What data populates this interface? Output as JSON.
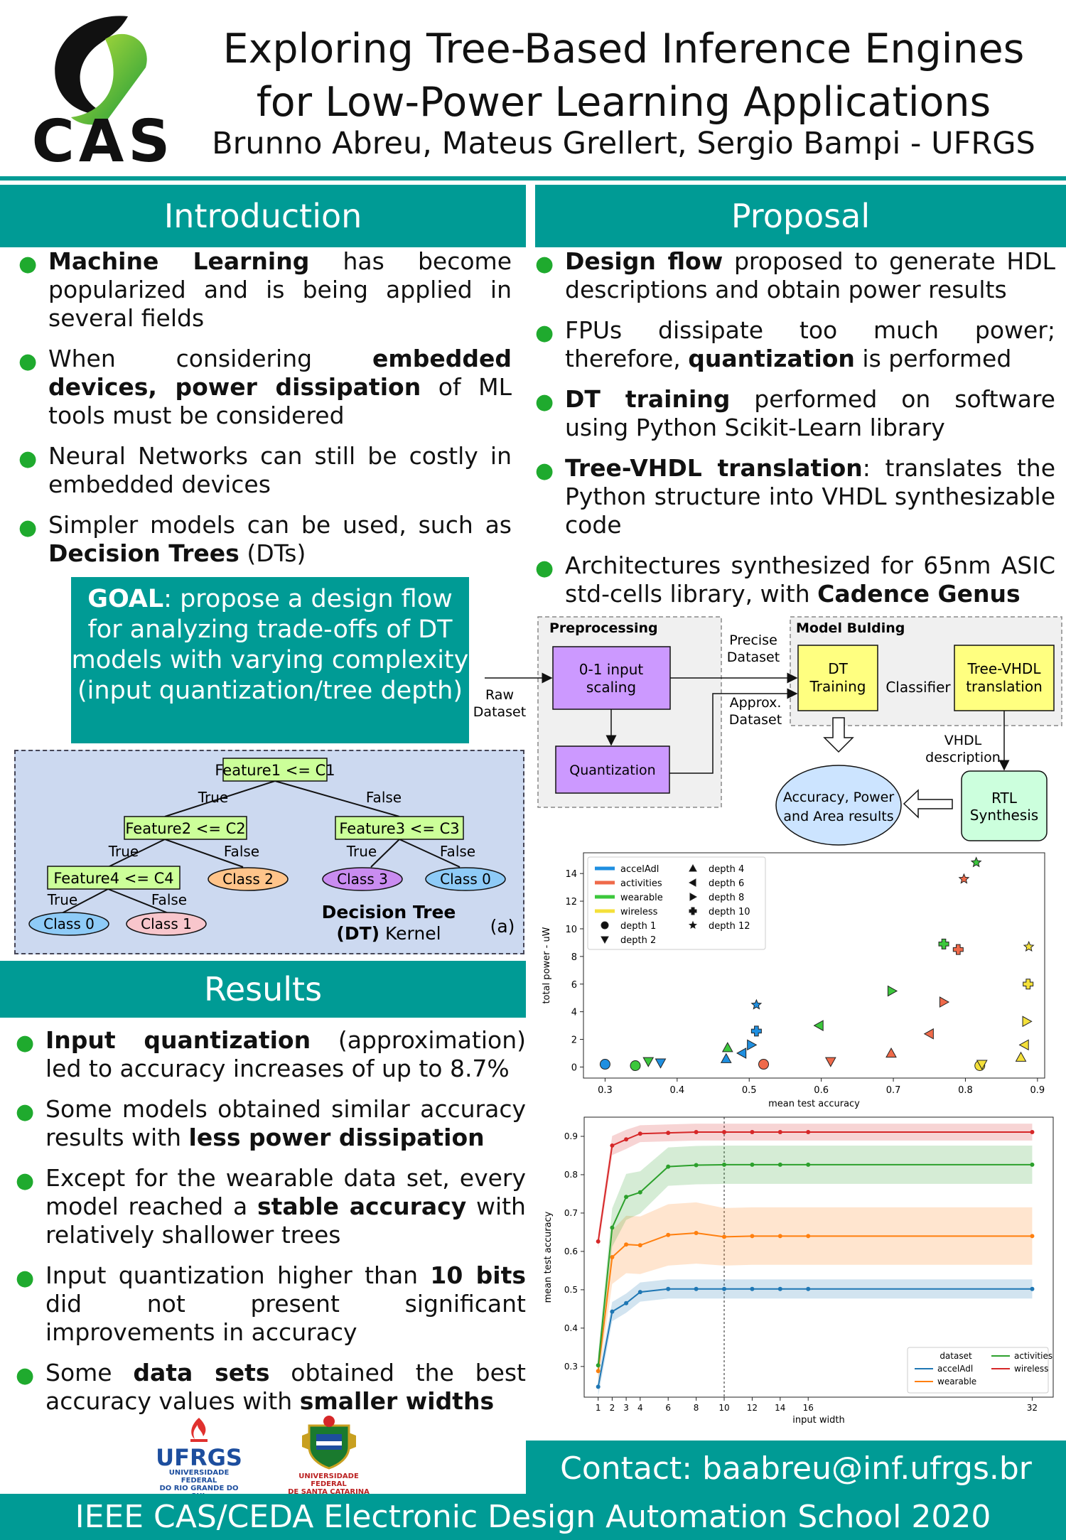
{
  "header": {
    "logo_text": "CAS",
    "title_line1": "Exploring Tree-Based Inference Engines",
    "title_line2": "for Low-Power Learning Applications",
    "authors": "Brunno Abreu, Mateus Grellert, Sergio Bampi - UFRGS"
  },
  "introduction": {
    "heading": "Introduction",
    "bullets": [
      {
        "parts": [
          {
            "t": "Machine Learning",
            "b": true
          },
          {
            "t": " has become popularized and is being applied in several fields",
            "b": false
          }
        ]
      },
      {
        "parts": [
          {
            "t": "When considering ",
            "b": false
          },
          {
            "t": "embedded devices, power dissipation",
            "b": true
          },
          {
            "t": " of ML tools must be considered",
            "b": false
          }
        ]
      },
      {
        "parts": [
          {
            "t": "Neural Networks can still be costly in embedded devices",
            "b": false
          }
        ]
      },
      {
        "parts": [
          {
            "t": "Simpler models can be used, such as ",
            "b": false
          },
          {
            "t": "Decision Trees",
            "b": true
          },
          {
            "t": " (DTs)",
            "b": false
          }
        ]
      }
    ],
    "goal_bold": "GOAL",
    "goal_text": ": propose a design flow for analyzing trade-offs of DT models with varying complexity (input quantization/tree depth)"
  },
  "tree": {
    "f1": "Feature1 <= C1",
    "f2": "Feature2 <= C2",
    "f3": "Feature3 <= C3",
    "f4": "Feature4 <= C4",
    "true": "True",
    "false": "False",
    "class0": "Class 0",
    "class1": "Class 1",
    "class2": "Class 2",
    "class3": "Class 3",
    "caption_bold1": "Decision Tree",
    "caption_bold2": "(DT)",
    "caption_rest": " Kernel",
    "panel_label": "(a)"
  },
  "proposal": {
    "heading": "Proposal",
    "bullets": [
      {
        "parts": [
          {
            "t": "Design flow",
            "b": true
          },
          {
            "t": " proposed to generate HDL descriptions and obtain power results",
            "b": false
          }
        ]
      },
      {
        "parts": [
          {
            "t": "FPUs dissipate too much power; therefore, ",
            "b": false
          },
          {
            "t": "quantization",
            "b": true
          },
          {
            "t": " is performed",
            "b": false
          }
        ]
      },
      {
        "parts": [
          {
            "t": "DT training",
            "b": true
          },
          {
            "t": " performed on software using Python Scikit-Learn library",
            "b": false
          }
        ]
      },
      {
        "parts": [
          {
            "t": "Tree-VHDL translation",
            "b": true
          },
          {
            "t": ": translates the Python structure into VHDL synthesizable code",
            "b": false
          }
        ]
      },
      {
        "parts": [
          {
            "t": "Architectures synthesized for 65nm ASIC std-cells library, with ",
            "b": false
          },
          {
            "t": "Cadence Genus",
            "b": true
          }
        ]
      }
    ]
  },
  "flow": {
    "preprocessing": "Preprocessing",
    "model_building": "Model Bulding",
    "scaling_l1": "0-1 input",
    "scaling_l2": "scaling",
    "quantization": "Quantization",
    "raw_l1": "Raw",
    "raw_l2": "Dataset",
    "precise_l1": "Precise",
    "precise_l2": "Dataset",
    "approx_l1": "Approx.",
    "approx_l2": "Dataset",
    "dt_l1": "DT",
    "dt_l2": "Training",
    "classifier": "Classifier",
    "tv_l1": "Tree-VHDL",
    "tv_l2": "translation",
    "vhdl_l1": "VHDL",
    "vhdl_l2": "description",
    "rtl_l1": "RTL",
    "rtl_l2": "Synthesis",
    "acc_l1": "Accuracy, Power",
    "acc_l2": "and Area results"
  },
  "results": {
    "heading": "Results",
    "bullets": [
      {
        "parts": [
          {
            "t": "Input quantization",
            "b": true
          },
          {
            "t": " (approximation) led to accuracy increases of up to 8.7%",
            "b": false
          }
        ]
      },
      {
        "parts": [
          {
            "t": "Some models obtained similar accuracy results with ",
            "b": false
          },
          {
            "t": "less power dissipation",
            "b": true
          }
        ]
      },
      {
        "parts": [
          {
            "t": "Except for the wearable data set, every model reached a ",
            "b": false
          },
          {
            "t": "stable accuracy",
            "b": true
          },
          {
            "t": " with relatively shallower trees",
            "b": false
          }
        ]
      },
      {
        "parts": [
          {
            "t": "Input quantization higher than ",
            "b": false
          },
          {
            "t": "10 bits",
            "b": true
          },
          {
            "t": " did not present significant improvements in accuracy",
            "b": false
          }
        ]
      },
      {
        "parts": [
          {
            "t": "Some ",
            "b": false
          },
          {
            "t": "data sets",
            "b": true
          },
          {
            "t": " obtained the best accuracy values with ",
            "b": false
          },
          {
            "t": "smaller widths",
            "b": true
          }
        ]
      }
    ]
  },
  "footer": {
    "contact": "Contact: baabreu@inf.ufrgs.br",
    "conference": "IEEE CAS/CEDA Electronic Design Automation School 2020",
    "ufrgs": "UFRGS",
    "ufrgs_sub1": "UNIVERSIDADE FEDERAL",
    "ufrgs_sub2": "DO RIO GRANDE DO SUL",
    "ufsc_sub1": "UNIVERSIDADE FEDERAL",
    "ufsc_sub2": "DE SANTA CATARINA"
  },
  "colors": {
    "teal": "#009b95",
    "bullet": "#1faa2e",
    "acceladl": "#1f77b4",
    "activities": "#d62728",
    "wearable": "#2ca02c",
    "wireless": "#ffd700",
    "orange": "#ff7f0e"
  },
  "chart_data": [
    {
      "type": "scatter",
      "xlabel": "mean test accuracy",
      "ylabel": "total power - uW",
      "xlim": [
        0.27,
        0.91
      ],
      "ylim": [
        -0.8,
        15.5
      ],
      "xticks": [
        0.3,
        0.4,
        0.5,
        0.6,
        0.7,
        0.8,
        0.9
      ],
      "yticks": [
        0,
        2,
        4,
        6,
        8,
        10,
        12,
        14
      ],
      "legend_position": "top-left",
      "legend_datasets": [
        {
          "name": "accelAdl",
          "color": "#1f8fe0"
        },
        {
          "name": "activities",
          "color": "#ef6a4a"
        },
        {
          "name": "wearable",
          "color": "#3cc73c"
        },
        {
          "name": "wireless",
          "color": "#f4e03a"
        }
      ],
      "legend_depths": [
        {
          "name": "depth 1",
          "marker": "circle"
        },
        {
          "name": "depth 2",
          "marker": "tri_down"
        },
        {
          "name": "depth 4",
          "marker": "tri_up"
        },
        {
          "name": "depth 6",
          "marker": "tri_left"
        },
        {
          "name": "depth 8",
          "marker": "tri_right"
        },
        {
          "name": "depth 10",
          "marker": "plus"
        },
        {
          "name": "depth 12",
          "marker": "star"
        }
      ],
      "points": [
        {
          "dataset": "accelAdl",
          "depth": 1,
          "x": 0.3,
          "y": 0.2
        },
        {
          "dataset": "accelAdl",
          "depth": 2,
          "x": 0.377,
          "y": 0.3
        },
        {
          "dataset": "accelAdl",
          "depth": 4,
          "x": 0.468,
          "y": 0.6
        },
        {
          "dataset": "accelAdl",
          "depth": 6,
          "x": 0.49,
          "y": 1.0
        },
        {
          "dataset": "accelAdl",
          "depth": 8,
          "x": 0.503,
          "y": 1.6
        },
        {
          "dataset": "accelAdl",
          "depth": 10,
          "x": 0.51,
          "y": 2.6
        },
        {
          "dataset": "accelAdl",
          "depth": 12,
          "x": 0.51,
          "y": 4.5
        },
        {
          "dataset": "activities",
          "depth": 1,
          "x": 0.52,
          "y": 0.2
        },
        {
          "dataset": "activities",
          "depth": 2,
          "x": 0.613,
          "y": 0.4
        },
        {
          "dataset": "activities",
          "depth": 4,
          "x": 0.697,
          "y": 1.0
        },
        {
          "dataset": "activities",
          "depth": 6,
          "x": 0.75,
          "y": 2.4
        },
        {
          "dataset": "activities",
          "depth": 8,
          "x": 0.77,
          "y": 4.7
        },
        {
          "dataset": "activities",
          "depth": 10,
          "x": 0.79,
          "y": 8.5
        },
        {
          "dataset": "activities",
          "depth": 12,
          "x": 0.798,
          "y": 13.6
        },
        {
          "dataset": "wearable",
          "depth": 1,
          "x": 0.342,
          "y": 0.1
        },
        {
          "dataset": "wearable",
          "depth": 2,
          "x": 0.36,
          "y": 0.4
        },
        {
          "dataset": "wearable",
          "depth": 4,
          "x": 0.47,
          "y": 1.4
        },
        {
          "dataset": "wearable",
          "depth": 6,
          "x": 0.597,
          "y": 3.0
        },
        {
          "dataset": "wearable",
          "depth": 8,
          "x": 0.698,
          "y": 5.5
        },
        {
          "dataset": "wearable",
          "depth": 10,
          "x": 0.77,
          "y": 8.9
        },
        {
          "dataset": "wearable",
          "depth": 12,
          "x": 0.815,
          "y": 14.8
        },
        {
          "dataset": "wireless",
          "depth": 1,
          "x": 0.82,
          "y": 0.1
        },
        {
          "dataset": "wireless",
          "depth": 2,
          "x": 0.823,
          "y": 0.2
        },
        {
          "dataset": "wireless",
          "depth": 4,
          "x": 0.877,
          "y": 0.7
        },
        {
          "dataset": "wireless",
          "depth": 6,
          "x": 0.882,
          "y": 1.6
        },
        {
          "dataset": "wireless",
          "depth": 8,
          "x": 0.885,
          "y": 3.3
        },
        {
          "dataset": "wireless",
          "depth": 10,
          "x": 0.887,
          "y": 6.0
        },
        {
          "dataset": "wireless",
          "depth": 12,
          "x": 0.888,
          "y": 8.7
        }
      ]
    },
    {
      "type": "line",
      "xlabel": "input width",
      "ylabel": "mean test accuracy",
      "x": [
        1,
        2,
        3,
        4,
        6,
        8,
        10,
        12,
        14,
        16,
        32
      ],
      "xlim": [
        0,
        33.5
      ],
      "ylim": [
        0.22,
        0.95
      ],
      "yticks": [
        0.3,
        0.4,
        0.5,
        0.6,
        0.7,
        0.8,
        0.9
      ],
      "vline_x": 10,
      "legend_title": "dataset",
      "legend_position": "bottom-right",
      "series": [
        {
          "name": "accelAdl",
          "color": "#1f77b4",
          "values": [
            0.247,
            0.443,
            0.465,
            0.494,
            0.502,
            0.502,
            0.502,
            0.502,
            0.502,
            0.502,
            0.502
          ],
          "band": [
            0.025,
            0.025,
            0.025,
            0.025,
            0.025,
            0.025,
            0.025,
            0.025,
            0.025,
            0.025,
            0.025
          ]
        },
        {
          "name": "wearable",
          "color": "#ff7f0e",
          "values": [
            0.288,
            0.585,
            0.618,
            0.616,
            0.643,
            0.648,
            0.638,
            0.64,
            0.64,
            0.64,
            0.64
          ],
          "band": [
            0.03,
            0.07,
            0.075,
            0.075,
            0.08,
            0.08,
            0.075,
            0.075,
            0.075,
            0.075,
            0.075
          ]
        },
        {
          "name": "activities",
          "color": "#2ca02c",
          "values": [
            0.303,
            0.662,
            0.742,
            0.754,
            0.821,
            0.825,
            0.826,
            0.826,
            0.826,
            0.826,
            0.826
          ],
          "band": [
            0.03,
            0.05,
            0.06,
            0.055,
            0.05,
            0.05,
            0.05,
            0.05,
            0.05,
            0.05,
            0.05
          ]
        },
        {
          "name": "wireless",
          "color": "#d62728",
          "values": [
            0.626,
            0.876,
            0.892,
            0.907,
            0.909,
            0.911,
            0.911,
            0.911,
            0.911,
            0.911,
            0.911
          ],
          "band": [
            0.02,
            0.025,
            0.025,
            0.022,
            0.022,
            0.022,
            0.022,
            0.022,
            0.022,
            0.022,
            0.022
          ]
        }
      ]
    }
  ]
}
